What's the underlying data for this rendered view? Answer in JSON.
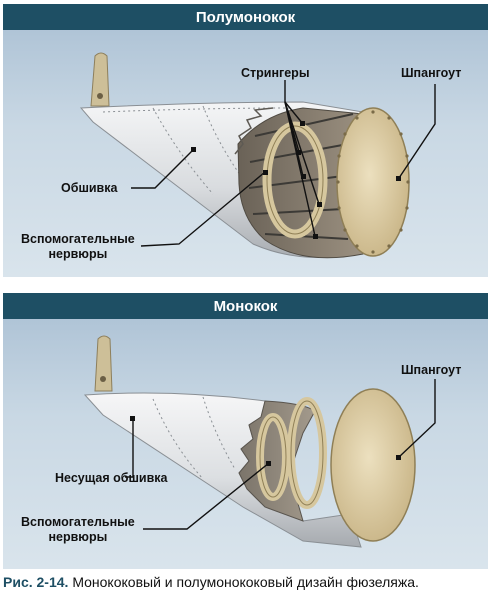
{
  "top_panel": {
    "title": "Полумонокок",
    "labels": {
      "stringers": "Стрингеры",
      "frame": "Шпангоут",
      "skin": "Обшивка",
      "formers_line1": "Вспомогательные",
      "formers_line2": "нервюры"
    }
  },
  "bottom_panel": {
    "title": "Монокок",
    "labels": {
      "frame": "Шпангоут",
      "stressed_skin": "Несущая обшивка",
      "formers_line1": "Вспомогательные",
      "formers_line2": "нервюры"
    }
  },
  "caption": {
    "number": "Рис. 2-14.",
    "text": "Монококовый и полумонококовый дизайн фюзеляжа."
  },
  "colors": {
    "header": "#1e4f64",
    "skin": "#e2e4e6",
    "frame": "#d8c8a0"
  }
}
